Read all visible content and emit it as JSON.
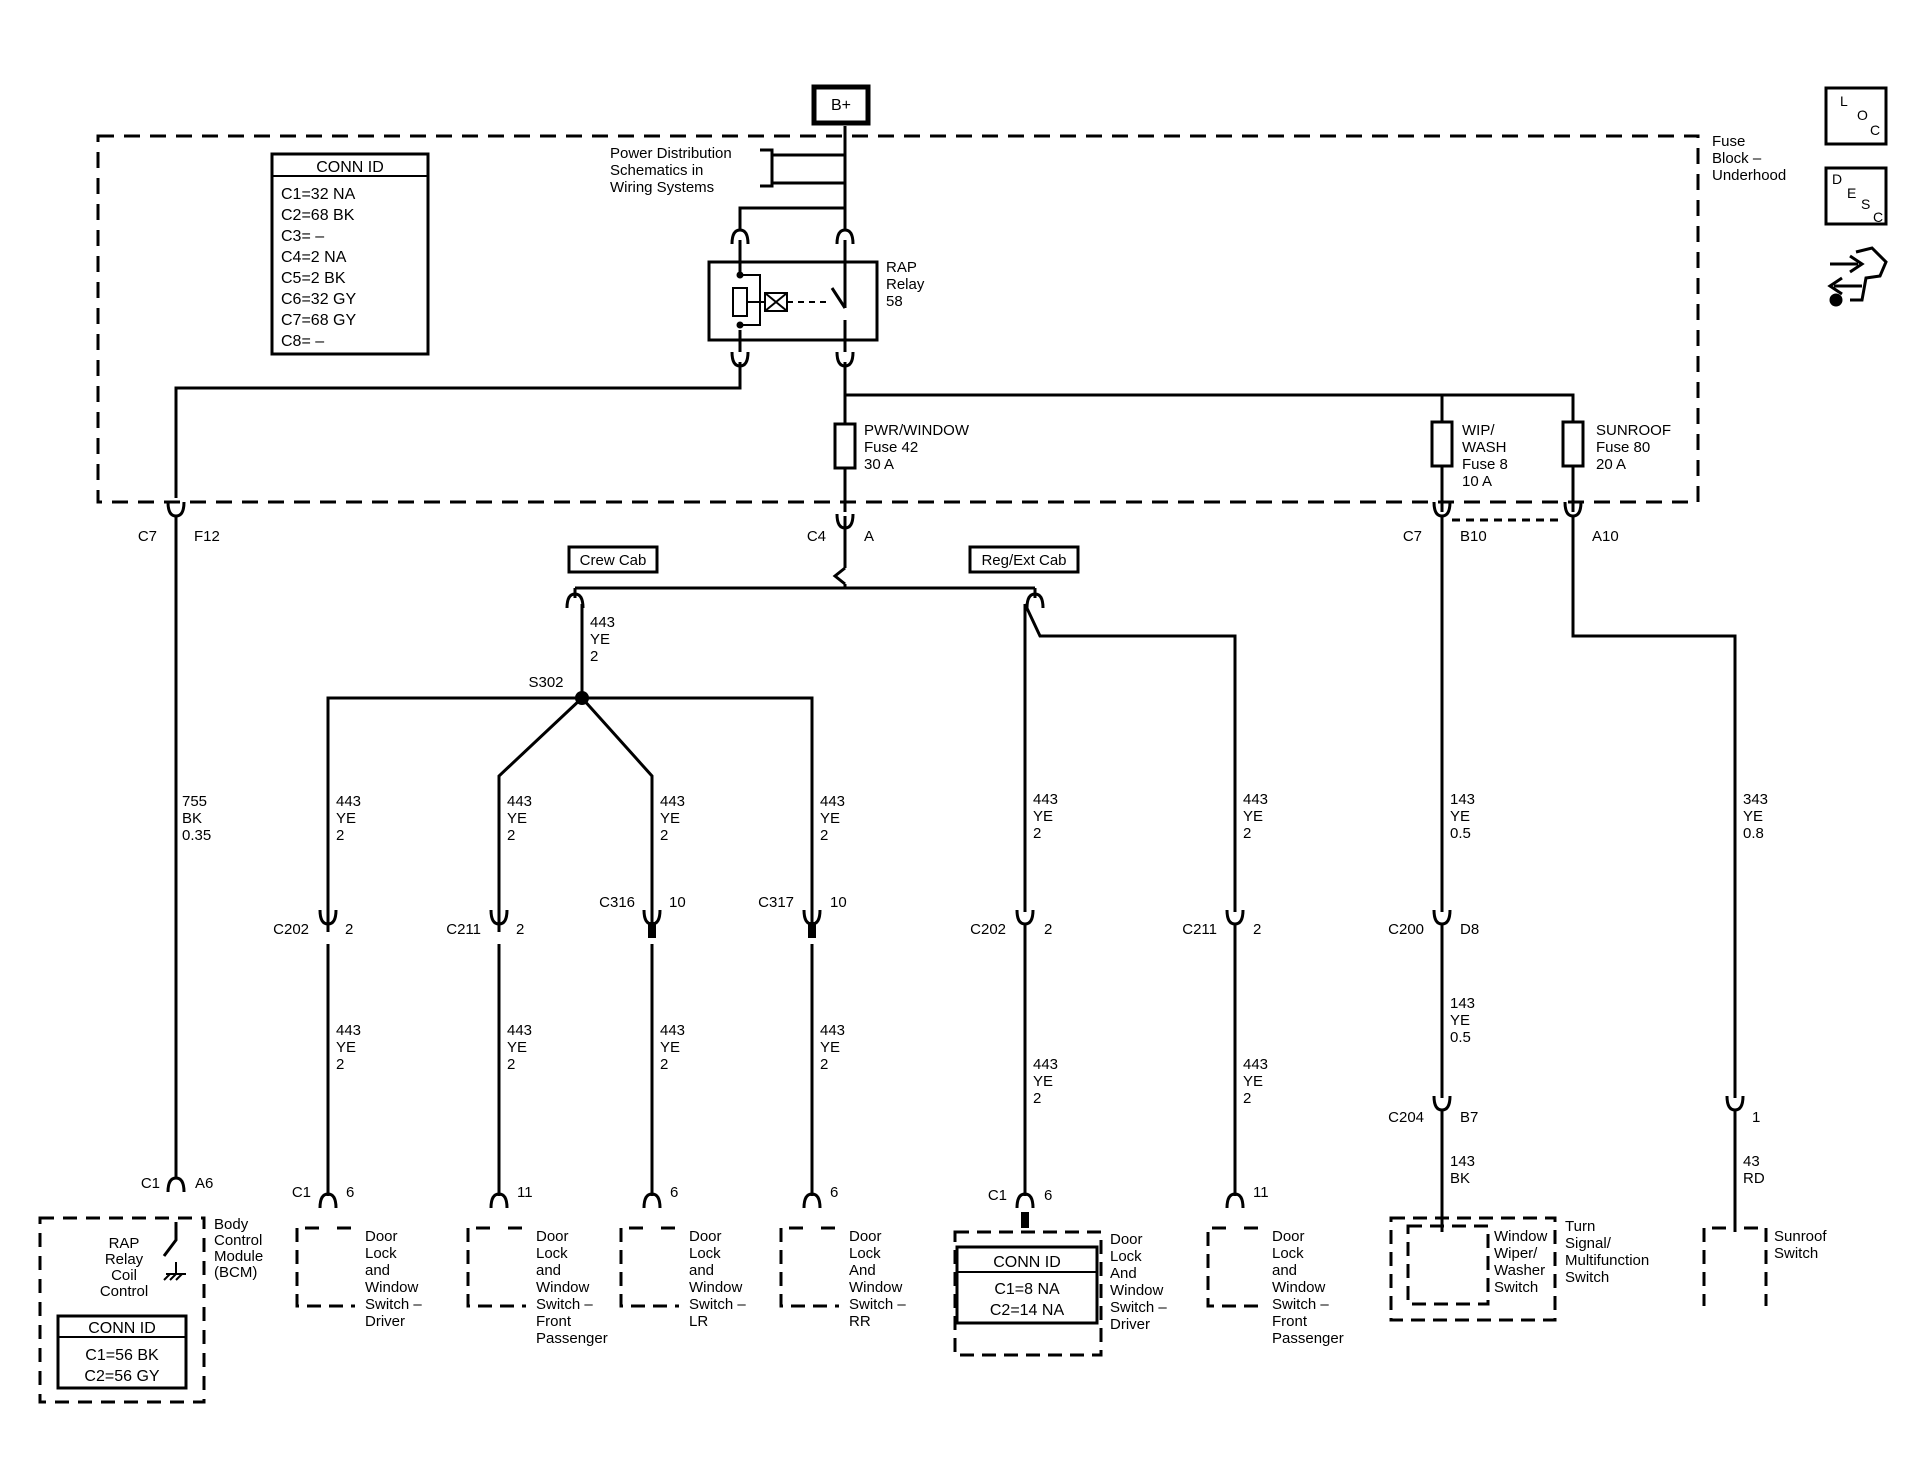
{
  "supply": {
    "label": "B+",
    "note": [
      "Power Distribution",
      "Schematics in",
      "Wiring Systems"
    ]
  },
  "fuse_block": {
    "label": [
      "Fuse",
      "Block –",
      "Underhood"
    ]
  },
  "fuse_block_conn": {
    "title": "CONN ID",
    "rows": [
      "C1=32 NA",
      "C2=68 BK",
      "C3= –",
      "C4=2 NA",
      "C5=2 BK",
      "C6=32 GY",
      "C7=68 GY",
      "C8= –"
    ]
  },
  "relay": {
    "label": [
      "RAP",
      "Relay",
      "58"
    ]
  },
  "fuses": {
    "pwr_window": [
      "PWR/WINDOW",
      "Fuse 42",
      "30 A"
    ],
    "wip_wash": [
      "WIP/",
      "WASH",
      "Fuse 8",
      "10 A"
    ],
    "sunroof": [
      "SUNROOF",
      "Fuse 80",
      "20 A"
    ]
  },
  "icons": {
    "loc": [
      "L",
      "O",
      "C"
    ],
    "desc": [
      "D",
      "E",
      "S",
      "C"
    ],
    "nav": "navigation-arrows-icon"
  },
  "option_tags": {
    "crew": "Crew Cab",
    "reg": "Reg/Ext Cab"
  },
  "splice": "S302",
  "connectors": {
    "c7_f12": [
      "C7",
      "F12"
    ],
    "c4_a": [
      "C4",
      "A"
    ],
    "c7_b10": [
      "C7",
      "B10"
    ],
    "a10": "A10",
    "c202_l": [
      "C202",
      "2"
    ],
    "c211_l": [
      "C211",
      "2"
    ],
    "c316": [
      "C316",
      "10"
    ],
    "c317": [
      "C317",
      "10"
    ],
    "c202_r": [
      "C202",
      "2"
    ],
    "c211_r": [
      "C211",
      "2"
    ],
    "c200": [
      "C200",
      "D8"
    ],
    "c204": [
      "C204",
      "B7"
    ],
    "sun_1": "1",
    "bcm": [
      "C1",
      "A6"
    ],
    "drv_l": [
      "C1",
      "6"
    ],
    "fp_l": "11",
    "lr": "6",
    "rr": "6",
    "drv_r": [
      "C1",
      "6"
    ],
    "fp_r": "11"
  },
  "wires": {
    "bcm": [
      "755",
      "BK",
      "0.35"
    ],
    "main": [
      "443",
      "YE",
      "2"
    ],
    "c1": [
      "443",
      "YE",
      "2"
    ],
    "c2": [
      "443",
      "YE",
      "2"
    ],
    "c3": [
      "443",
      "YE",
      "2"
    ],
    "c4": [
      "443",
      "YE",
      "2"
    ],
    "c5": [
      "443",
      "YE",
      "2"
    ],
    "c6": [
      "443",
      "YE",
      "2"
    ],
    "d1": [
      "443",
      "YE",
      "2"
    ],
    "d2": [
      "443",
      "YE",
      "2"
    ],
    "d3": [
      "443",
      "YE",
      "2"
    ],
    "d4": [
      "443",
      "YE",
      "2"
    ],
    "d5": [
      "443",
      "YE",
      "2"
    ],
    "d6": [
      "443",
      "YE",
      "2"
    ],
    "wip_up": [
      "143",
      "YE",
      "0.5"
    ],
    "wip_mid": [
      "143",
      "YE",
      "0.5"
    ],
    "wip_low": [
      "143",
      "BK"
    ],
    "sun_up": [
      "343",
      "YE",
      "0.8"
    ],
    "sun_low": [
      "43",
      "RD"
    ]
  },
  "components": {
    "bcm": [
      "Body",
      "Control",
      "Module",
      "(BCM)"
    ],
    "bcm_inner": [
      "RAP",
      "Relay",
      "Coil",
      "Control"
    ],
    "bcm_conn": {
      "title": "CONN ID",
      "rows": [
        "C1=56 BK",
        "C2=56 GY"
      ]
    },
    "dl_driver": [
      "Door",
      "Lock",
      "and",
      "Window",
      "Switch –",
      "Driver"
    ],
    "dl_fp": [
      "Door",
      "Lock",
      "and",
      "Window",
      "Switch –",
      "Front",
      "Passenger"
    ],
    "dl_lr": [
      "Door",
      "Lock",
      "and",
      "Window",
      "Switch –",
      "LR"
    ],
    "dl_rr": [
      "Door",
      "Lock",
      "And",
      "Window",
      "Switch –",
      "RR"
    ],
    "dl_driver2": [
      "Door",
      "Lock",
      "And",
      "Window",
      "Switch –",
      "Driver"
    ],
    "dl_driver2_conn": {
      "title": "CONN ID",
      "rows": [
        "C1=8 NA",
        "C2=14 NA"
      ]
    },
    "dl_fp2": [
      "Door",
      "Lock",
      "and",
      "Window",
      "Switch –",
      "Front",
      "Passenger"
    ],
    "wiper_inner": [
      "Window",
      "Wiper/",
      "Washer",
      "Switch"
    ],
    "turn_signal": [
      "Turn",
      "Signal/",
      "Multifunction",
      "Switch"
    ],
    "sunroof_sw": [
      "Sunroof",
      "Switch"
    ]
  }
}
